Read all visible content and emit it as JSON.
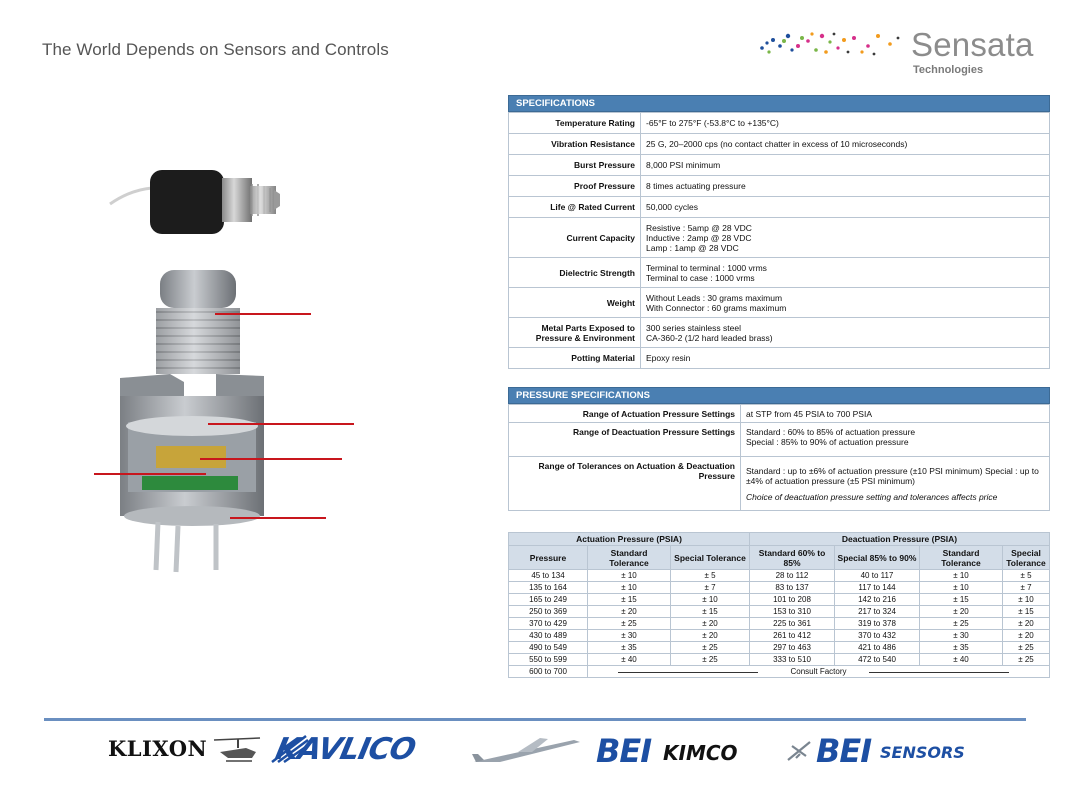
{
  "header": {
    "tagline": "The World Depends on Sensors and Controls",
    "logo_name": "Sensata",
    "logo_sub": "Technologies"
  },
  "specifications": {
    "title": "SPECIFICATIONS",
    "rows": [
      {
        "label": "Temperature Rating",
        "value": "-65°F to 275°F (-53.8°C to +135°C)"
      },
      {
        "label": "Vibration Resistance",
        "value": "25 G, 20–2000 cps (no contact chatter in excess of 10 microseconds)"
      },
      {
        "label": "Burst Pressure",
        "value": "8,000 PSI minimum"
      },
      {
        "label": "Proof Pressure",
        "value": "8 times actuating pressure"
      },
      {
        "label": "Life @ Rated Current",
        "value": "50,000 cycles"
      },
      {
        "label": "Current Capacity",
        "value": "Resistive :  5amp @ 28 VDC\nInductive :  2amp @ 28 VDC\nLamp      :  1amp @ 28 VDC"
      },
      {
        "label": "Dielectric Strength",
        "value": "Terminal to terminal :  1000 vrms\nTerminal to case       :  1000 vrms"
      },
      {
        "label": "Weight",
        "value": "Without Leads   :  30 grams maximum\nWith Connector :  60 grams maximum"
      },
      {
        "label": "Metal Parts Exposed to Pressure & Environment",
        "value": "300 series stainless steel\nCA-360-2 (1/2 hard leaded brass)"
      },
      {
        "label": "Potting Material",
        "value": "Epoxy resin"
      }
    ]
  },
  "pressure_specifications": {
    "title": "PRESSURE SPECIFICATIONS",
    "rows": [
      {
        "label": "Range of Actuation Pressure Settings",
        "value": "at STP from 45 PSIA to 700 PSIA",
        "note": ""
      },
      {
        "label": "Range of Deactuation Pressure Settings",
        "value": "Standard :  60% to 85% of actuation pressure\nSpecial   :  85% to 90% of actuation pressure",
        "note": ""
      },
      {
        "label": "Range of Tolerances on Actuation & Deactuation Pressure",
        "value": "Standard :  up to ±6% of actuation pressure (±10 PSI minimum)\nSpecial   :  up to ±4% of actuation pressure (±5 PSI minimum)",
        "note": "Choice of deactuation pressure setting and tolerances affects price"
      }
    ]
  },
  "pressure_table": {
    "group_headers": [
      "Actuation Pressure (PSIA)",
      "Deactuation Pressure (PSIA)"
    ],
    "columns": [
      "Pressure",
      "Standard Tolerance",
      "Special Tolerance",
      "Standard 60% to 85%",
      "Special 85% to 90%",
      "Standard Tolerance",
      "Special Tolerance"
    ],
    "rows": [
      [
        "45 to 134",
        "± 10",
        "± 5",
        "28 to 112",
        "40 to 117",
        "± 10",
        "± 5"
      ],
      [
        "135 to 164",
        "± 10",
        "± 7",
        "83 to 137",
        "117 to 144",
        "± 10",
        "± 7"
      ],
      [
        "165 to 249",
        "± 15",
        "± 10",
        "101 to 208",
        "142 to 216",
        "± 15",
        "± 10"
      ],
      [
        "250 to 369",
        "± 20",
        "± 15",
        "153 to 310",
        "217 to 324",
        "± 20",
        "± 15"
      ],
      [
        "370 to 429",
        "± 25",
        "± 20",
        "225 to 361",
        "319 to 378",
        "± 25",
        "± 20"
      ],
      [
        "430 to 489",
        "± 30",
        "± 20",
        "261 to 412",
        "370 to 432",
        "± 30",
        "± 20"
      ],
      [
        "490 to 549",
        "± 35",
        "± 25",
        "297 to 463",
        "421 to 486",
        "± 35",
        "± 25"
      ],
      [
        "550 to 599",
        "± 40",
        "± 25",
        "333 to 510",
        "472 to 540",
        "± 40",
        "± 25"
      ]
    ],
    "last_row": {
      "pressure": "600 to 700",
      "note": "Consult Factory"
    }
  },
  "footer": {
    "brands": [
      "KLIXON",
      "KAVLICO",
      "BEI",
      "KIMCO",
      "BEI",
      "SENSORS"
    ]
  },
  "colors": {
    "header_blue": "#4a7fb2",
    "callout_red": "#c8161d",
    "brand_blue": "#1d4fa3",
    "logo_gray": "#8c8c8c"
  }
}
